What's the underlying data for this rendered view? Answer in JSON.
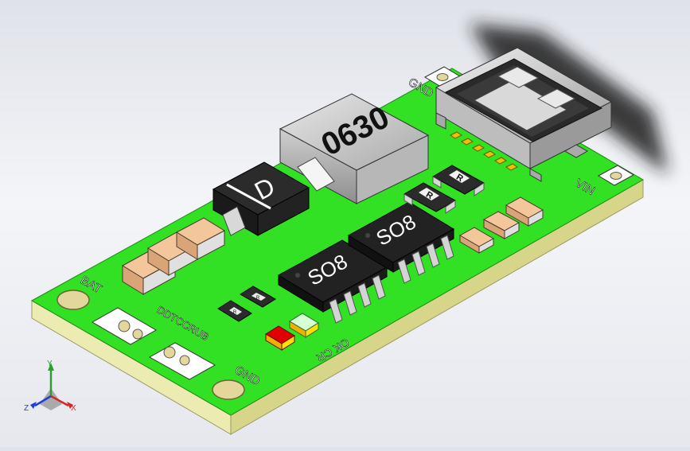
{
  "viewport": {
    "background_top": "#dfe2e9",
    "background_bottom": "#e6e8ee"
  },
  "board": {
    "pcb_color": "#32e024",
    "edge_color": "#e8e59a",
    "silkscreen": {
      "bat": "BAT",
      "gnd_bottom": "GND",
      "gnd_top": "GND",
      "vin": "VIN",
      "brand": "DDTCCRUB",
      "led_labels": "OK CR"
    }
  },
  "components": {
    "inductor_marking": "0630",
    "diode_marking": "D",
    "ic1_marking": "SO8",
    "ic2_marking": "SO8",
    "resistor_marking": "R",
    "small_marking": "R",
    "usb_connector": "usb-c-connector-icon"
  },
  "triad": {
    "x": "X",
    "y": "Y",
    "z": "Z"
  }
}
